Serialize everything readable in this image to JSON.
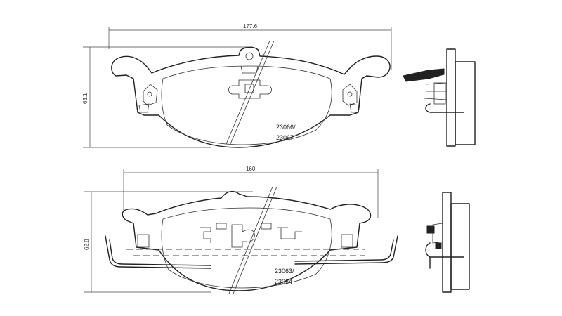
{
  "top_pad": {
    "width_dim": "177.6",
    "height_dim": "63.1",
    "part_numbers": [
      "23066/",
      "23067"
    ]
  },
  "bottom_pad": {
    "width_dim": "160",
    "height_dim": "62.8",
    "part_numbers": [
      "23063/",
      "23064"
    ]
  }
}
